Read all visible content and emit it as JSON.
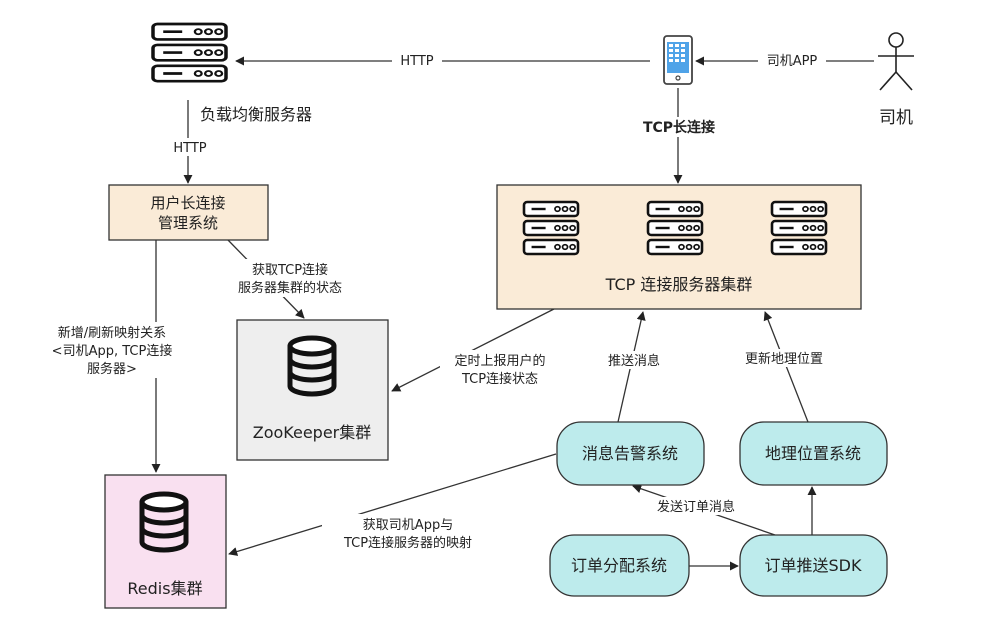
{
  "nodes": {
    "load_balancer": {
      "label": "负载均衡服务器",
      "icon": "server-icon"
    },
    "phone": {
      "icon": "smartphone-icon"
    },
    "driver": {
      "label": "司机",
      "icon": "stick-figure-icon"
    },
    "user_conn_mgmt": {
      "line1": "用户长连接",
      "line2": "管理系统"
    },
    "tcp_cluster": {
      "label": "TCP 连接服务器集群",
      "icon": "server-icon"
    },
    "zookeeper": {
      "label": "ZooKeeper集群",
      "icon": "database-icon"
    },
    "redis": {
      "label": "Redis集群",
      "icon": "database-icon"
    },
    "msg_alert": {
      "label": "消息告警系统"
    },
    "geo_system": {
      "label": "地理位置系统"
    },
    "order_dispatch": {
      "label": "订单分配系统"
    },
    "order_push_sdk": {
      "label": "订单推送SDK"
    }
  },
  "edges": {
    "phone_to_lb": "HTTP",
    "driver_to_phone": "司机APP",
    "lb_to_mgmt": "HTTP",
    "phone_to_tcp": "TCP长连接",
    "mgmt_to_zk": [
      "获取TCP连接",
      "服务器集群的状态"
    ],
    "mgmt_to_redis": [
      "新增/刷新映射关系",
      "<司机App, TCP连接",
      "服务器>"
    ],
    "tcp_to_zk": [
      "定时上报用户的",
      "TCP连接状态"
    ],
    "msg_to_tcp": "推送消息",
    "geo_to_tcp": "更新地理位置",
    "msg_to_redis": [
      "获取司机App与",
      "TCP连接服务器的映射"
    ],
    "sdk_to_msg": "发送订单消息"
  },
  "colors": {
    "beige_fill": "#FAEBD7",
    "zookeeper_fill": "#EEEEEE",
    "redis_fill": "#F9E0F0",
    "teal_fill": "#BDEBEC",
    "stroke": "#333333"
  }
}
